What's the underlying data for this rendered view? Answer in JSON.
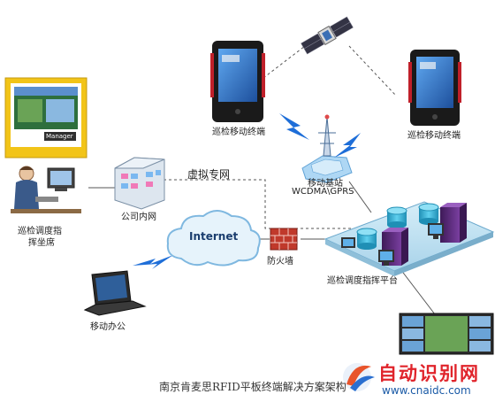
{
  "labels": {
    "tablet_left": "巡检移动终端",
    "tablet_right": "巡检移动终端",
    "base_station_name": "移动基站",
    "base_station_tech": "WCDMA\\GPRS",
    "vpn": "虚拟专网",
    "intranet": "公司内网",
    "dispatch_seat_line1": "巡检调度指",
    "dispatch_seat_line2": "挥坐席",
    "internet": "Internet",
    "firewall": "防火墙",
    "platform": "巡检调度指挥平台",
    "mobile_office": "移动办公",
    "monitor_brand": "Manager"
  },
  "caption": "南京肯麦思RFID平板终端解决方案架构",
  "watermark": {
    "name": "自动识别网",
    "url": "www.cnaidc.com"
  },
  "colors": {
    "tablet_body": "#1a1a1a",
    "tablet_accent": "#c0202a",
    "screen_blue": "#3a7bd5",
    "cloud_fill": "#e6f3fb",
    "cloud_stroke": "#7fb8e0",
    "lightning": "#1e6ed8",
    "server_purple": "#5a2a7a",
    "server_cyan": "#2aa6c9",
    "firewall_red": "#c0392b",
    "watermark_red": "#e0242b",
    "watermark_blue": "#1a5aa6"
  }
}
